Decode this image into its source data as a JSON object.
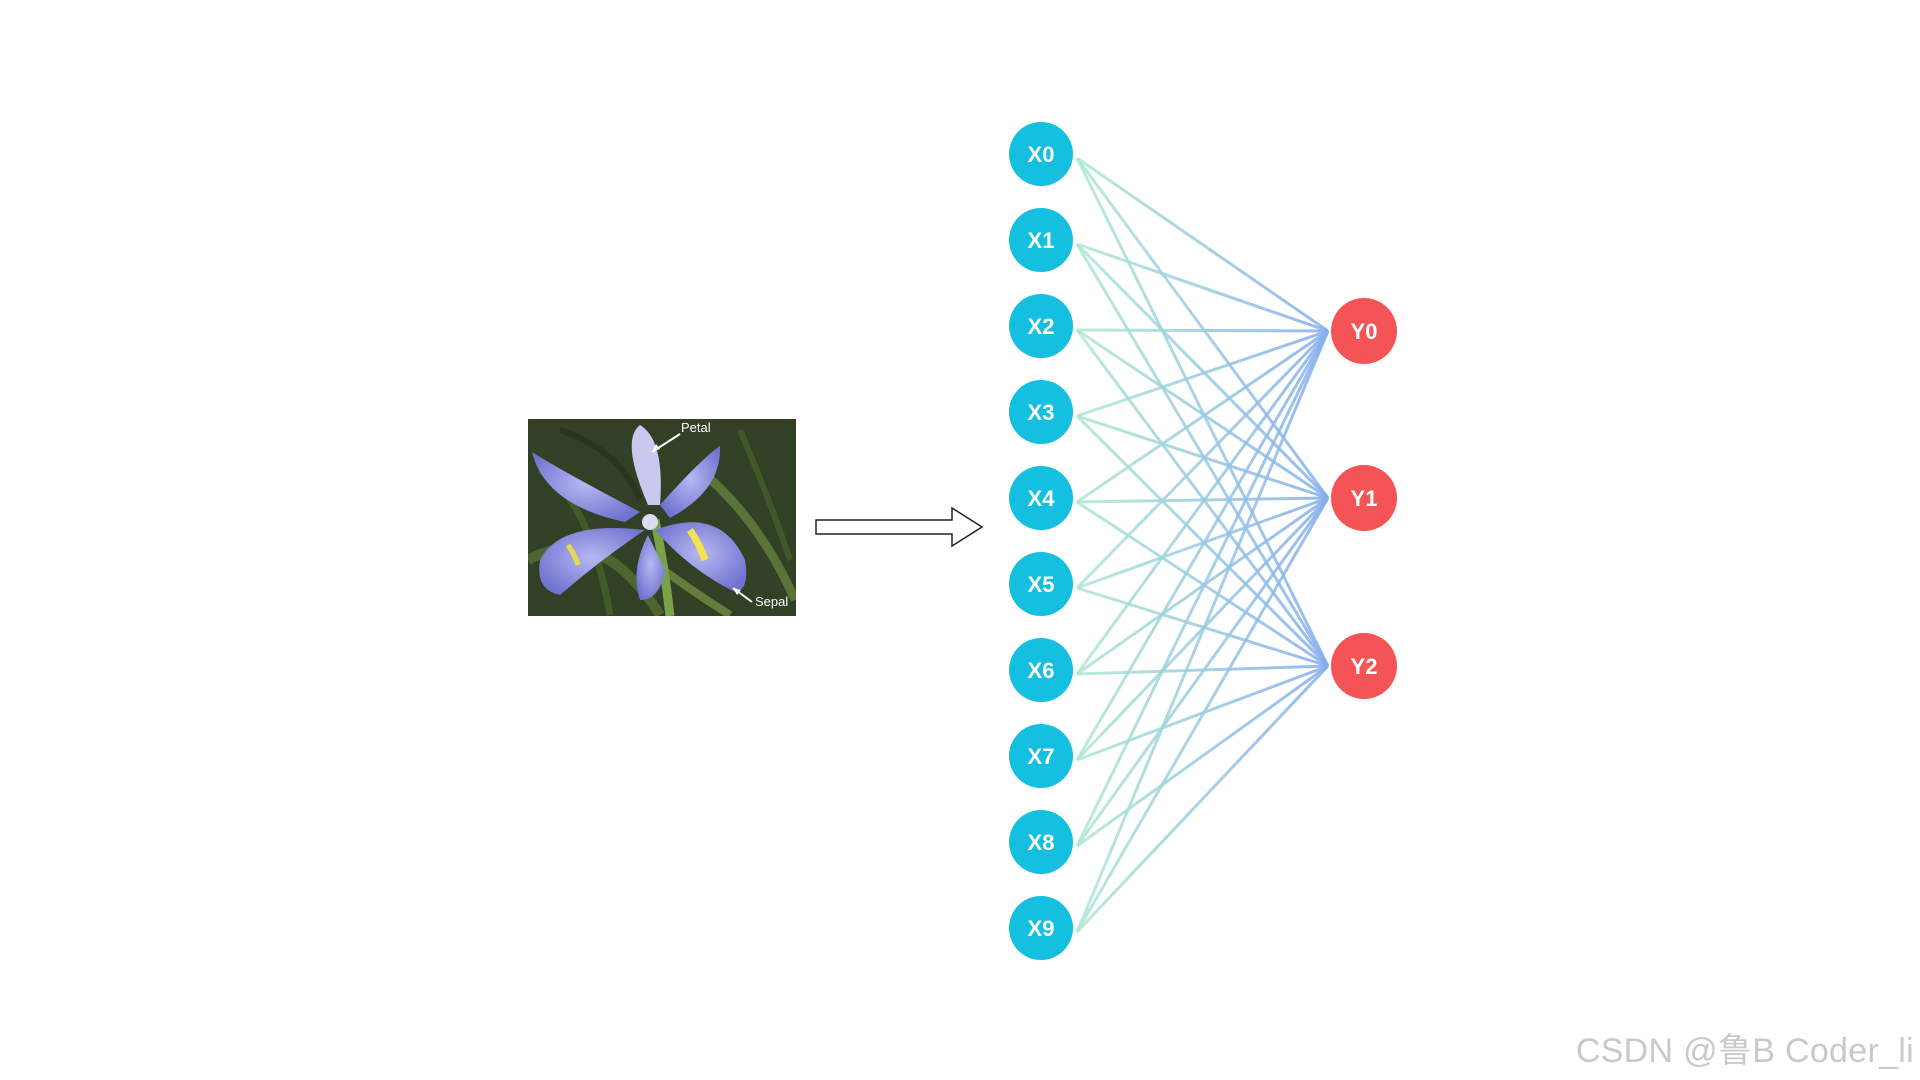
{
  "photo": {
    "labels": {
      "petal": "Petal",
      "sepal": "Sepal"
    }
  },
  "network": {
    "input_nodes": [
      "X0",
      "X1",
      "X2",
      "X3",
      "X4",
      "X5",
      "X6",
      "X7",
      "X8",
      "X9"
    ],
    "output_nodes": [
      "Y0",
      "Y1",
      "Y2"
    ],
    "connections": "fully-connected",
    "colors": {
      "input_node": "#14bfdf",
      "output_node": "#f55456",
      "edge_start": "#b7f2cf",
      "edge_end": "#7fa6f2"
    }
  },
  "watermark": "CSDN @鲁B Coder_li"
}
